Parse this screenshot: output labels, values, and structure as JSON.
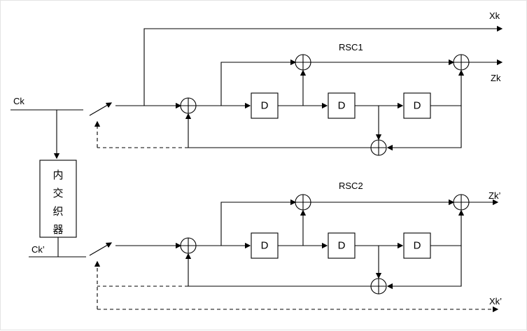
{
  "diagram": {
    "inputs": {
      "top": "Ck",
      "bottom": "Ck’"
    },
    "outputs": {
      "systematic_top": "Xk",
      "parity_top": "Zk",
      "parity_bottom": "Zk’",
      "systematic_bottom": "Xk’"
    },
    "encoders": {
      "top": "RSC1",
      "bottom": "RSC2"
    },
    "delay_label": "D",
    "interleaver_chars": [
      "内",
      "交",
      "织",
      "器"
    ]
  }
}
